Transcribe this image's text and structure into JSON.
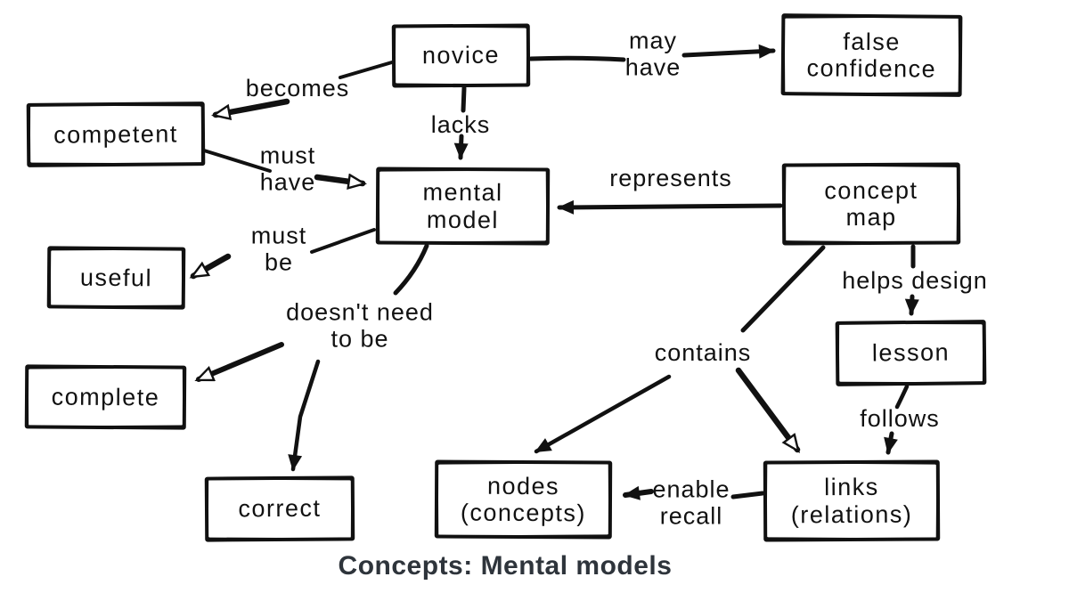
{
  "title": "Concepts: Mental models",
  "colors": {
    "ink": "#111111",
    "title_color": "#2e343b",
    "background": "#ffffff"
  },
  "nodes": {
    "novice": {
      "label": "novice"
    },
    "false_confidence": {
      "label": "false confidence"
    },
    "competent": {
      "label": "competent"
    },
    "mental_model": {
      "label": "mental model"
    },
    "concept_map": {
      "label": "concept map"
    },
    "useful": {
      "label": "useful"
    },
    "lesson": {
      "label": "lesson"
    },
    "complete": {
      "label": "complete"
    },
    "correct": {
      "label": "correct"
    },
    "nodes_concepts": {
      "label": "nodes (concepts)"
    },
    "links_relations": {
      "label": "links (relations)"
    }
  },
  "edges": {
    "becomes": {
      "label": "becomes",
      "from": "novice",
      "to": "competent"
    },
    "may_have": {
      "label": "may have",
      "from": "novice",
      "to": "false_confidence"
    },
    "lacks": {
      "label": "lacks",
      "from": "novice",
      "to": "mental_model"
    },
    "must_have": {
      "label": "must have",
      "from": "competent",
      "to": "mental_model"
    },
    "represents": {
      "label": "represents",
      "from": "concept_map",
      "to": "mental_model"
    },
    "must_be": {
      "label": "must be",
      "from": "mental_model",
      "to": "useful"
    },
    "doesnt_need": {
      "label": "doesn't need to be",
      "from": "mental_model",
      "to": "complete"
    },
    "doesnt_need_2": {
      "label": "doesn't need to be",
      "from": "mental_model",
      "to": "correct"
    },
    "helps_design": {
      "label": "helps design",
      "from": "concept_map",
      "to": "lesson"
    },
    "contains": {
      "label": "contains",
      "from": "concept_map",
      "to": "nodes_concepts"
    },
    "contains_2": {
      "label": "contains",
      "from": "concept_map",
      "to": "links_relations"
    },
    "follows": {
      "label": "follows",
      "from": "lesson",
      "to": "links_relations"
    },
    "enable_recall": {
      "label": "enable recall",
      "from": "links_relations",
      "to": "nodes_concepts"
    }
  }
}
